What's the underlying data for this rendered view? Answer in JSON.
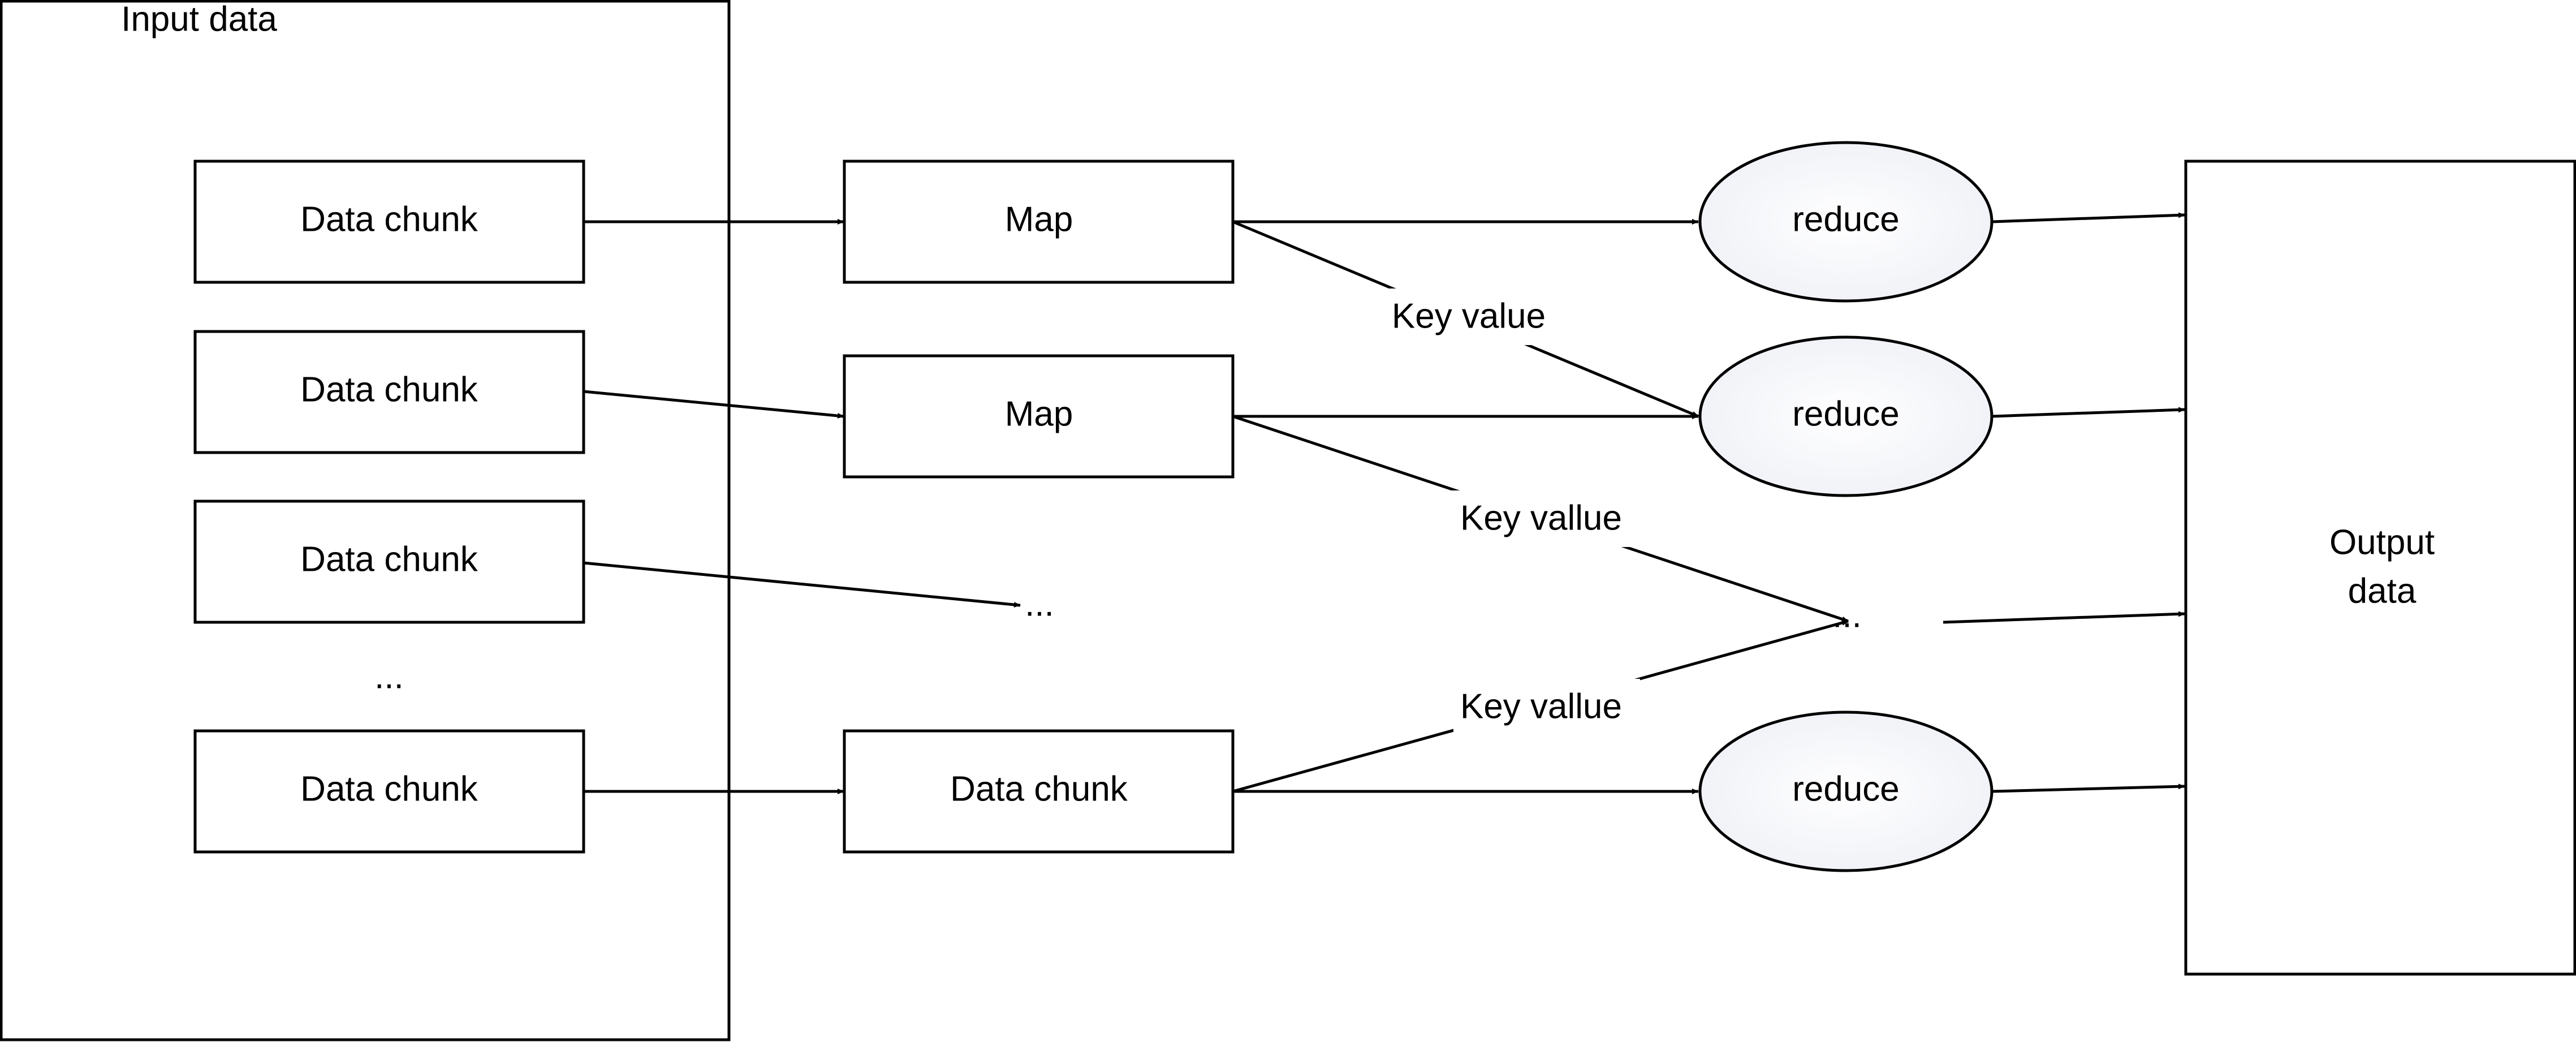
{
  "input_container": {
    "label": "Input data"
  },
  "output_container": {
    "label_lines": [
      "Output",
      "data"
    ]
  },
  "input_chunks": [
    {
      "label": "Data chunk"
    },
    {
      "label": "Data chunk"
    },
    {
      "label": "Data chunk"
    },
    {
      "label": "Data chunk"
    }
  ],
  "input_ellipsis": "...",
  "map_column": {
    "map_1": "Map",
    "map_2": "Map",
    "ellipsis": "...",
    "chunk": "Data chunk"
  },
  "reducers": [
    {
      "label": "reduce"
    },
    {
      "label": "reduce"
    },
    {
      "label": "reduce"
    }
  ],
  "reduce_ellipsis": "...",
  "edge_labels": {
    "key_value_1": "Key value",
    "key_value_2": "Key vallue",
    "key_value_3": "Key vallue"
  },
  "colors": {
    "stroke": "#000000",
    "background": "#ffffff",
    "oval_fill_center": "#ffffff",
    "oval_fill_edge": "#eef0f6"
  }
}
